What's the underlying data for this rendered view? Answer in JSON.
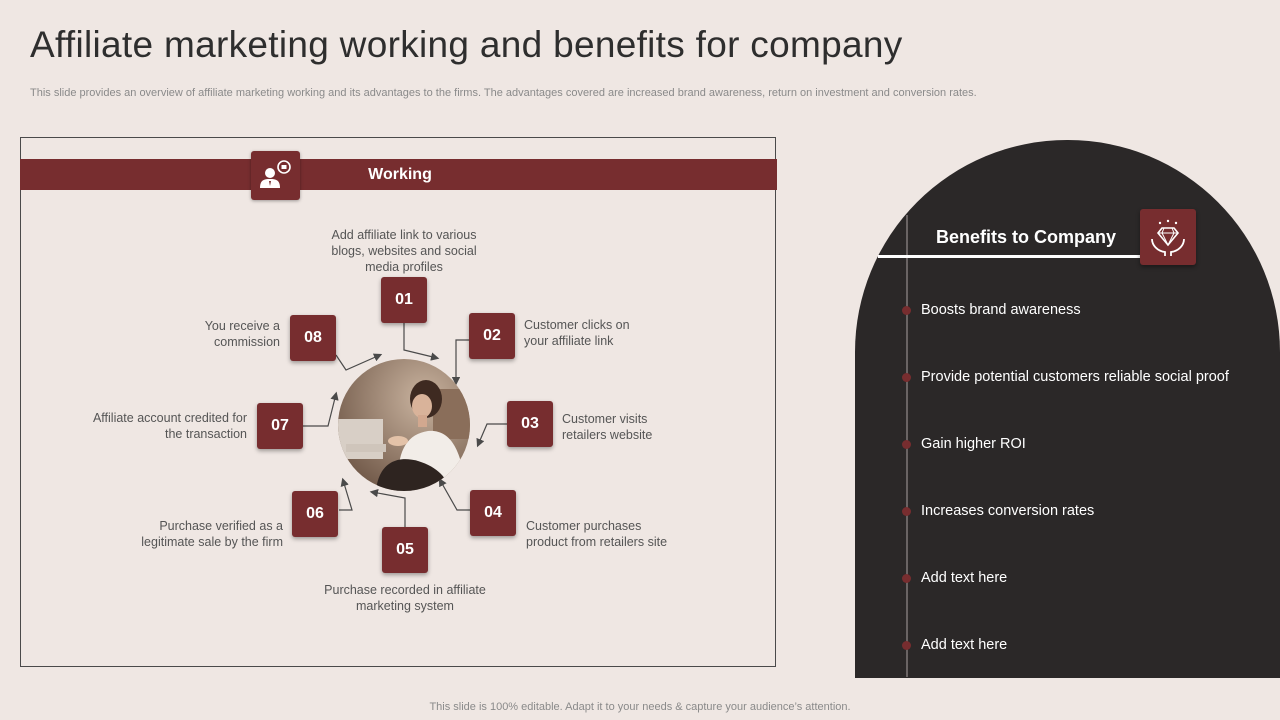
{
  "title": "Affiliate marketing working and benefits for company",
  "subtitle": "This slide provides an overview of affiliate marketing working and its advantages to the firms. The advantages covered are increased brand awareness, return on investment and conversion rates.",
  "working": {
    "label": "Working",
    "icon": "user-chat-icon",
    "steps": [
      {
        "num": "01",
        "text": "Add affiliate link to various blogs, websites and social media profiles"
      },
      {
        "num": "02",
        "text": "Customer clicks on your affiliate link"
      },
      {
        "num": "03",
        "text": "Customer visits retailers website"
      },
      {
        "num": "04",
        "text": "Customer purchases product from retailers site"
      },
      {
        "num": "05",
        "text": "Purchase recorded in affiliate marketing system"
      },
      {
        "num": "06",
        "text": "Purchase verified as a legitimate sale by the firm"
      },
      {
        "num": "07",
        "text": "Affiliate account credited for the transaction"
      },
      {
        "num": "08",
        "text": "You receive a commission"
      }
    ],
    "photo": "woman-working-photo"
  },
  "benefits": {
    "title": "Benefits to Company",
    "icon": "diamond-in-hands-icon",
    "items": [
      "Boosts brand awareness",
      "Provide potential customers reliable social proof",
      "Gain higher ROI",
      "Increases conversion rates",
      "Add text here",
      "Add text here"
    ]
  },
  "footer": "This slide is 100% editable. Adapt it to your needs & capture your audience’s attention.",
  "colors": {
    "accent": "#772d2f",
    "background": "#efe7e3",
    "dark_panel": "#2b2828"
  }
}
